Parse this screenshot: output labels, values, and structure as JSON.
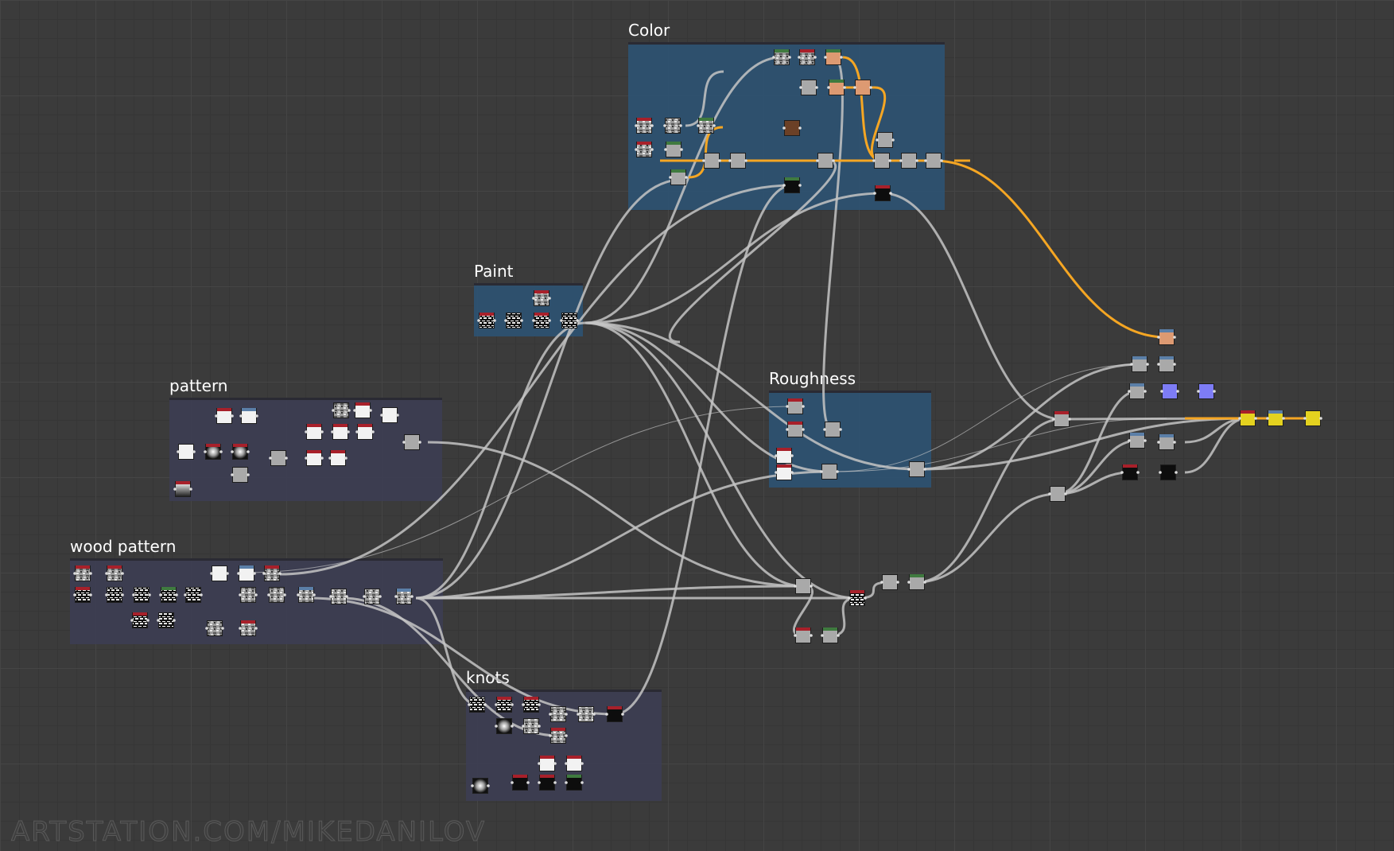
{
  "frames": [
    {
      "id": "color",
      "title": "Color",
      "tint": "#2e5272"
    },
    {
      "id": "paint",
      "title": "Paint",
      "tint": "#2e5272"
    },
    {
      "id": "pattern",
      "title": "pattern",
      "tint": "#3d3e52"
    },
    {
      "id": "wood_pattern",
      "title": "wood pattern",
      "tint": "#3d3e52"
    },
    {
      "id": "knots",
      "title": "knots",
      "tint": "#3d3e52"
    },
    {
      "id": "roughness",
      "title": "Roughness",
      "tint": "#2e5272"
    }
  ],
  "watermark": "ARTSTATION.COM/MIKEDANILOV",
  "colors": {
    "canvas": "#3b3b3b",
    "wire": "#c4c4c4",
    "color_wire": "#f5a623",
    "node_header_red": "#a8202a",
    "node_header_green": "#3f7a3f",
    "node_header_blue": "#5b7fa8"
  },
  "node_thumb_types": [
    "noise",
    "white",
    "gray",
    "orange",
    "brown",
    "black",
    "blue",
    "yellow",
    "gradient",
    "blob"
  ]
}
